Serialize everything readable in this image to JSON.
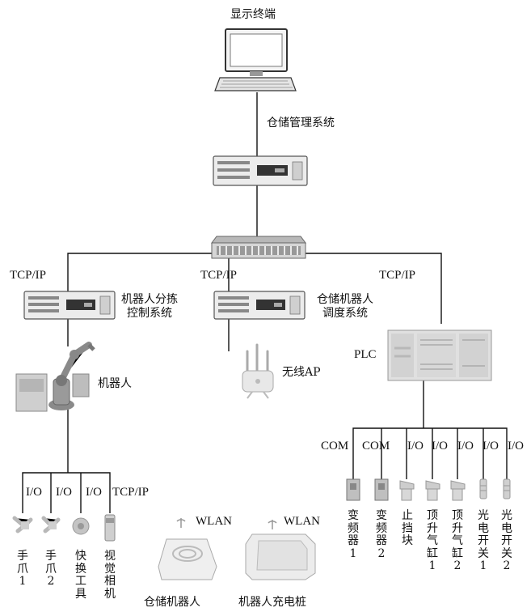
{
  "title": "显示终端",
  "wms": "仓储管理系统",
  "tcp": "TCP/IP",
  "sorting": "机器人分拣\n控制系统",
  "dispatch": "仓储机器人\n调度系统",
  "plc": "PLC",
  "robot": "机器人",
  "ap": "无线AP",
  "com": "COM",
  "io": "I/O",
  "wlan": "WLAN",
  "wh_robot": "仓储机器人",
  "charger": "机器人充电桩",
  "tools": [
    "手爪1",
    "手爪2",
    "快换工具",
    "视觉相机"
  ],
  "plc_devices": [
    "变频器1",
    "变频器2",
    "止挡块",
    "顶升气缸1",
    "顶升气缸2",
    "光电开关1",
    "光电开关2"
  ]
}
